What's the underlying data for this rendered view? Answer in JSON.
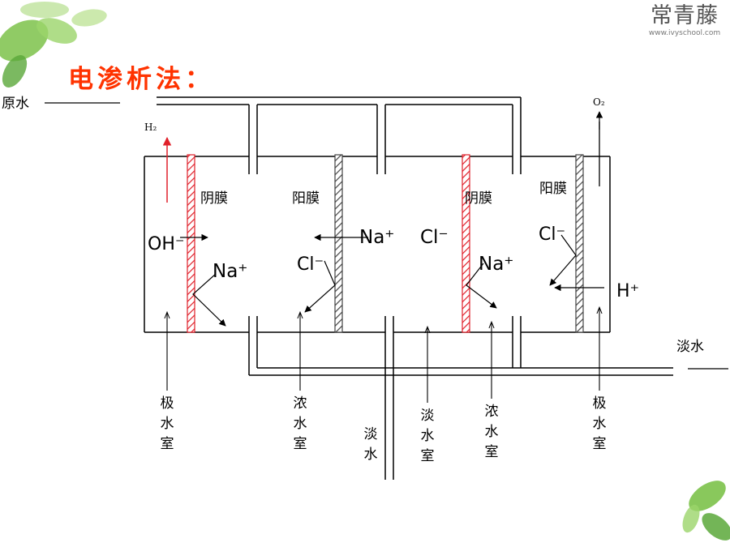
{
  "slide": {
    "corner_title": "海水资",
    "brand": {
      "name": "常青藤",
      "url": "www.ivyschool.com"
    },
    "heading": "电渗析法：",
    "heading_color": "#ff3300"
  },
  "diagram": {
    "labels": {
      "raw_water": "原水",
      "h2": "H₂",
      "o2": "O₂",
      "fresh_water_right": "淡水",
      "membranes": {
        "anion_1": "阴膜",
        "cation_1": "阳膜",
        "anion_2": "阴膜",
        "cation_2": "阳膜"
      },
      "ions": {
        "oh_minus": "OH⁻",
        "na_plus_1": "Na⁺",
        "cl_minus_1": "Cl⁻",
        "na_plus_center": "Na⁺",
        "cl_minus_center": "Cl⁻",
        "na_plus_2": "Na⁺",
        "cl_minus_3": "Cl⁻",
        "h_plus": "H⁺"
      },
      "chambers": {
        "electrode_left": "极水室",
        "concentrate_1": "浓水室",
        "fresh_outlet": "淡水",
        "fresh_chamber": "淡水室",
        "concentrate_2": "浓水室",
        "electrode_right": "极水室"
      }
    },
    "colors": {
      "anion_membrane": "#e0202a",
      "cation_membrane": "#444444",
      "h2_arrow": "#e0202a",
      "line": "#000000"
    }
  }
}
